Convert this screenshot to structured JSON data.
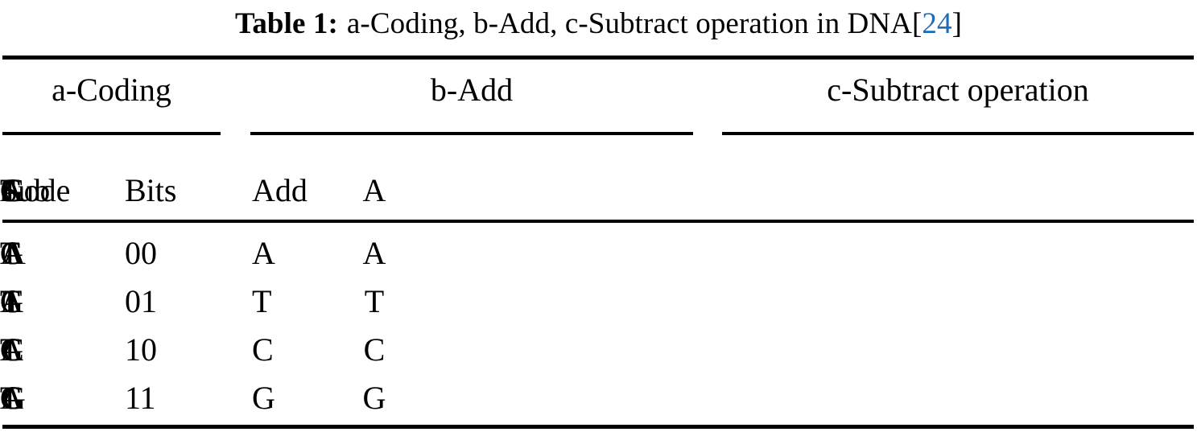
{
  "caption": {
    "label": "Table 1:",
    "text": "a-Coding, b-Add, c-Subtract operation in DNA",
    "cite_open": "[",
    "cite_number": "24",
    "cite_close": "]",
    "cite_color": "#1f6cb4"
  },
  "table": {
    "groups": [
      {
        "id": "a-coding",
        "label": "a-Coding",
        "span": 2
      },
      {
        "id": "b-add",
        "label": "b-Add",
        "span": 5
      },
      {
        "id": "c-subtract",
        "label": "c-Subtract operation",
        "span": 5
      }
    ],
    "columns": [
      {
        "id": "code",
        "label": "Code",
        "group": "a-coding"
      },
      {
        "id": "bits",
        "label": "Bits",
        "group": "a-coding"
      },
      {
        "id": "add",
        "label": "Add",
        "group": "b-add"
      },
      {
        "id": "add-a",
        "label": "A",
        "group": "b-add"
      },
      {
        "id": "add-t",
        "label": "T",
        "group": "b-add"
      },
      {
        "id": "add-c",
        "label": "C",
        "group": "b-add"
      },
      {
        "id": "add-g",
        "label": "G",
        "group": "b-add"
      },
      {
        "id": "sub",
        "label": "Sub",
        "group": "c-subtract"
      },
      {
        "id": "sub-a",
        "label": "A",
        "group": "c-subtract"
      },
      {
        "id": "sub-t",
        "label": "T",
        "group": "c-subtract"
      },
      {
        "id": "sub-c",
        "label": "C",
        "group": "c-subtract"
      },
      {
        "id": "sub-g",
        "label": "G",
        "group": "c-subtract"
      }
    ],
    "rows": [
      {
        "code": "A",
        "bits": "00",
        "add": "A",
        "add_a": "A",
        "add_t": "T",
        "add_c": "C",
        "add_g": "G",
        "sub": "A",
        "sub_a": "A",
        "sub_t": "T",
        "sub_c": "G",
        "sub_g": "C"
      },
      {
        "code": "T",
        "bits": "01",
        "add": "T",
        "add_a": "T",
        "add_t": "A",
        "add_c": "G",
        "add_g": "C",
        "sub": "T",
        "sub_a": "C",
        "sub_t": "A",
        "sub_c": "T",
        "sub_g": "G"
      },
      {
        "code": "C",
        "bits": "10",
        "add": "C",
        "add_a": "C",
        "add_t": "G",
        "add_c": "A",
        "add_g": "T",
        "sub": "C",
        "sub_a": "G",
        "sub_t": "C",
        "sub_c": "A",
        "sub_g": "T"
      },
      {
        "code": "G",
        "bits": "11",
        "add": "G",
        "add_a": "G",
        "add_t": "C",
        "add_c": "T",
        "add_g": "A",
        "sub": "G",
        "sub_a": "T",
        "sub_t": "G",
        "sub_c": "C",
        "sub_g": "A"
      }
    ]
  }
}
